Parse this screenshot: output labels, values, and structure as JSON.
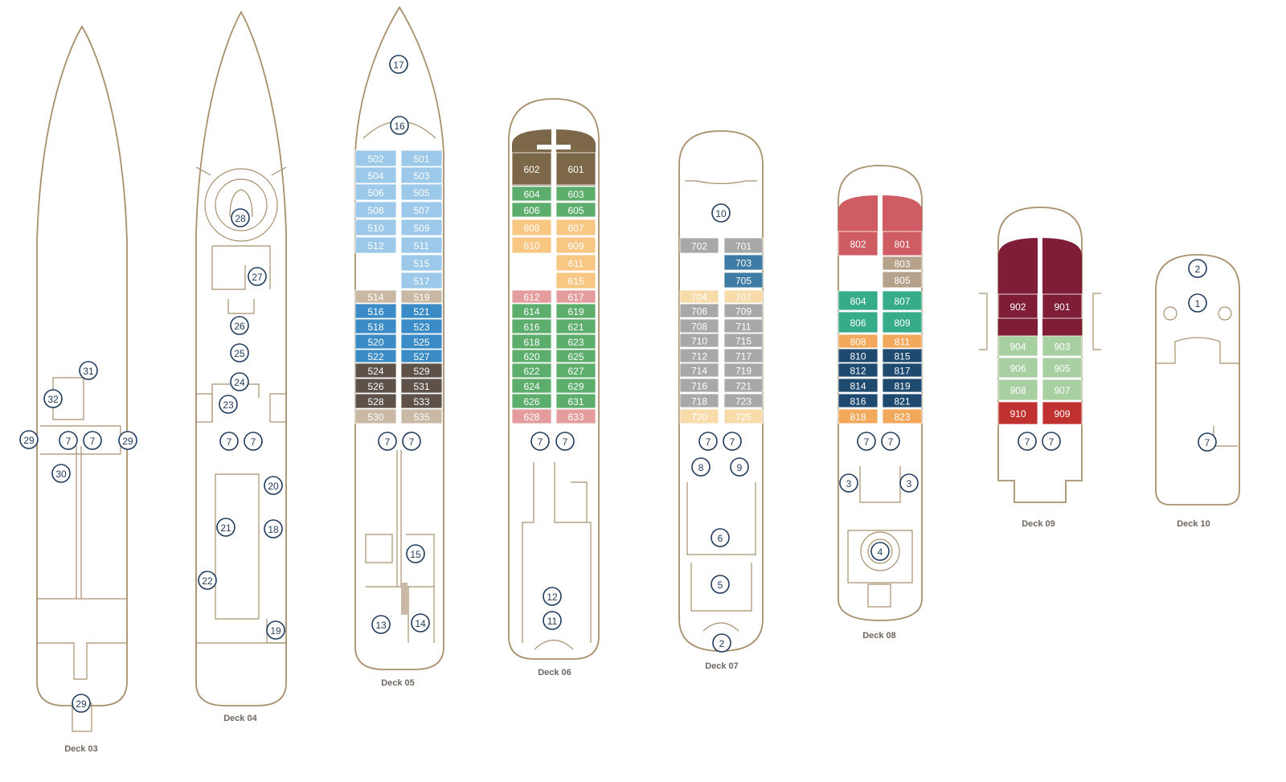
{
  "colors": {
    "hull_line": "#a8906c",
    "poi_ring": "#1f3b5c",
    "cabin_text": "#ffffff"
  },
  "legend_colors": {
    "lightblue": "#9cc9ea",
    "midblue": "#3b8cc6",
    "steel": "#3e7ba5",
    "navy": "#1e4a70",
    "taupe": "#c9b9a4",
    "espresso": "#5e5148",
    "olive": "#7c6748",
    "green": "#5dae6c",
    "peach": "#f8c783",
    "pink": "#e49c9c",
    "grey": "#a8a8a8",
    "cream": "#f7dcaa",
    "teal": "#37ac8b",
    "orange": "#f2a95c",
    "coral": "#cf5c63",
    "mocha": "#b6a28a",
    "maroon": "#7f1d37",
    "mint": "#a8cfa2",
    "red": "#c0312f"
  },
  "decks": [
    {
      "label": "Deck 03"
    },
    {
      "label": "Deck 04"
    },
    {
      "label": "Deck 05"
    },
    {
      "label": "Deck 06"
    },
    {
      "label": "Deck 07"
    },
    {
      "label": "Deck 08"
    },
    {
      "label": "Deck 09"
    },
    {
      "label": "Deck 10"
    }
  ],
  "cabins": [
    {
      "no": "502",
      "c": "lightblue"
    },
    {
      "no": "501",
      "c": "lightblue"
    },
    {
      "no": "504",
      "c": "lightblue"
    },
    {
      "no": "503",
      "c": "lightblue"
    },
    {
      "no": "506",
      "c": "lightblue"
    },
    {
      "no": "505",
      "c": "lightblue"
    },
    {
      "no": "508",
      "c": "lightblue"
    },
    {
      "no": "507",
      "c": "lightblue"
    },
    {
      "no": "510",
      "c": "lightblue"
    },
    {
      "no": "509",
      "c": "lightblue"
    },
    {
      "no": "512",
      "c": "lightblue"
    },
    {
      "no": "511",
      "c": "lightblue"
    },
    {
      "no": "515",
      "c": "lightblue"
    },
    {
      "no": "517",
      "c": "lightblue"
    },
    {
      "no": "514",
      "c": "taupe"
    },
    {
      "no": "519",
      "c": "taupe"
    },
    {
      "no": "516",
      "c": "midblue"
    },
    {
      "no": "521",
      "c": "midblue"
    },
    {
      "no": "518",
      "c": "midblue"
    },
    {
      "no": "523",
      "c": "midblue"
    },
    {
      "no": "520",
      "c": "midblue"
    },
    {
      "no": "525",
      "c": "midblue"
    },
    {
      "no": "522",
      "c": "midblue"
    },
    {
      "no": "527",
      "c": "midblue"
    },
    {
      "no": "524",
      "c": "espresso"
    },
    {
      "no": "529",
      "c": "espresso"
    },
    {
      "no": "526",
      "c": "espresso"
    },
    {
      "no": "531",
      "c": "espresso"
    },
    {
      "no": "528",
      "c": "espresso"
    },
    {
      "no": "533",
      "c": "espresso"
    },
    {
      "no": "530",
      "c": "taupe"
    },
    {
      "no": "535",
      "c": "taupe"
    },
    {
      "no": "602",
      "c": "olive"
    },
    {
      "no": "601",
      "c": "olive"
    },
    {
      "no": "604",
      "c": "green"
    },
    {
      "no": "603",
      "c": "green"
    },
    {
      "no": "606",
      "c": "green"
    },
    {
      "no": "605",
      "c": "green"
    },
    {
      "no": "608",
      "c": "peach"
    },
    {
      "no": "607",
      "c": "peach"
    },
    {
      "no": "610",
      "c": "peach"
    },
    {
      "no": "609",
      "c": "peach"
    },
    {
      "no": "611",
      "c": "peach"
    },
    {
      "no": "615",
      "c": "peach"
    },
    {
      "no": "612",
      "c": "pink"
    },
    {
      "no": "617",
      "c": "pink"
    },
    {
      "no": "614",
      "c": "green"
    },
    {
      "no": "619",
      "c": "green"
    },
    {
      "no": "616",
      "c": "green"
    },
    {
      "no": "621",
      "c": "green"
    },
    {
      "no": "618",
      "c": "green"
    },
    {
      "no": "623",
      "c": "green"
    },
    {
      "no": "620",
      "c": "green"
    },
    {
      "no": "625",
      "c": "green"
    },
    {
      "no": "622",
      "c": "green"
    },
    {
      "no": "627",
      "c": "green"
    },
    {
      "no": "624",
      "c": "green"
    },
    {
      "no": "629",
      "c": "green"
    },
    {
      "no": "626",
      "c": "green"
    },
    {
      "no": "631",
      "c": "green"
    },
    {
      "no": "628",
      "c": "pink"
    },
    {
      "no": "633",
      "c": "pink"
    },
    {
      "no": "702",
      "c": "grey"
    },
    {
      "no": "701",
      "c": "grey"
    },
    {
      "no": "703",
      "c": "steel"
    },
    {
      "no": "705",
      "c": "steel"
    },
    {
      "no": "704",
      "c": "cream"
    },
    {
      "no": "707",
      "c": "cream"
    },
    {
      "no": "706",
      "c": "grey"
    },
    {
      "no": "709",
      "c": "grey"
    },
    {
      "no": "708",
      "c": "grey"
    },
    {
      "no": "711",
      "c": "grey"
    },
    {
      "no": "710",
      "c": "grey"
    },
    {
      "no": "715",
      "c": "grey"
    },
    {
      "no": "712",
      "c": "grey"
    },
    {
      "no": "717",
      "c": "grey"
    },
    {
      "no": "714",
      "c": "grey"
    },
    {
      "no": "719",
      "c": "grey"
    },
    {
      "no": "716",
      "c": "grey"
    },
    {
      "no": "721",
      "c": "grey"
    },
    {
      "no": "718",
      "c": "grey"
    },
    {
      "no": "723",
      "c": "grey"
    },
    {
      "no": "720",
      "c": "cream"
    },
    {
      "no": "725",
      "c": "cream"
    },
    {
      "no": "802",
      "c": "coral"
    },
    {
      "no": "801",
      "c": "coral"
    },
    {
      "no": "803",
      "c": "mocha"
    },
    {
      "no": "805",
      "c": "mocha"
    },
    {
      "no": "804",
      "c": "teal"
    },
    {
      "no": "807",
      "c": "teal"
    },
    {
      "no": "806",
      "c": "teal"
    },
    {
      "no": "809",
      "c": "teal"
    },
    {
      "no": "808",
      "c": "orange"
    },
    {
      "no": "811",
      "c": "orange"
    },
    {
      "no": "810",
      "c": "navy"
    },
    {
      "no": "815",
      "c": "navy"
    },
    {
      "no": "812",
      "c": "navy"
    },
    {
      "no": "817",
      "c": "navy"
    },
    {
      "no": "814",
      "c": "navy"
    },
    {
      "no": "819",
      "c": "navy"
    },
    {
      "no": "816",
      "c": "navy"
    },
    {
      "no": "821",
      "c": "navy"
    },
    {
      "no": "818",
      "c": "orange"
    },
    {
      "no": "823",
      "c": "orange"
    },
    {
      "no": "902",
      "c": "maroon"
    },
    {
      "no": "901",
      "c": "maroon"
    },
    {
      "no": "904",
      "c": "mint"
    },
    {
      "no": "903",
      "c": "mint"
    },
    {
      "no": "906",
      "c": "mint"
    },
    {
      "no": "905",
      "c": "mint"
    },
    {
      "no": "908",
      "c": "mint"
    },
    {
      "no": "907",
      "c": "mint"
    },
    {
      "no": "910",
      "c": "red"
    },
    {
      "no": "909",
      "c": "red"
    }
  ],
  "pois": [
    "31",
    "32",
    "29",
    "7",
    "7",
    "29",
    "30",
    "29",
    "28",
    "27",
    "26",
    "25",
    "24",
    "23",
    "7",
    "7",
    "20",
    "21",
    "18",
    "22",
    "19",
    "17",
    "16",
    "7",
    "7",
    "15",
    "13",
    "14",
    "7",
    "7",
    "12",
    "11",
    "10",
    "7",
    "7",
    "8",
    "9",
    "6",
    "5",
    "2",
    "7",
    "7",
    "3",
    "3",
    "4",
    "7",
    "7",
    "2",
    "1",
    "7"
  ]
}
